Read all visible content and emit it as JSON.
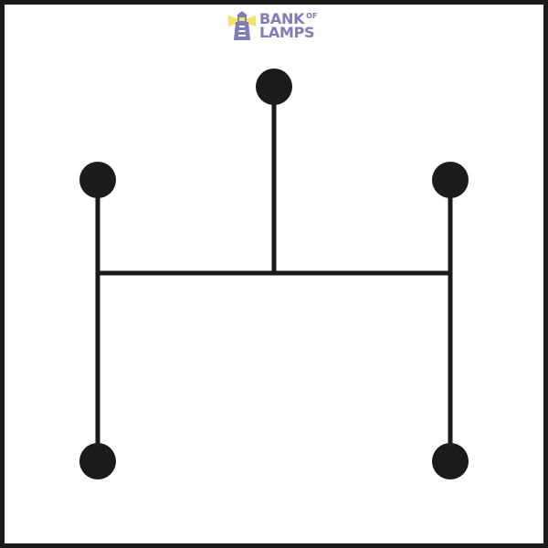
{
  "logo": {
    "word1": "BANK",
    "word2": "OF",
    "word3": "LAMPS",
    "icon": "lighthouse-icon",
    "colors": {
      "text": "#7e7db7",
      "beacon": "#f4e36b",
      "tower": "#7e7db7"
    }
  },
  "diagram": {
    "colors": {
      "stroke": "#1b1b1b",
      "node": "#1b1b1b"
    },
    "nodes": [
      {
        "id": "top"
      },
      {
        "id": "upper-left"
      },
      {
        "id": "upper-right"
      },
      {
        "id": "lower-left"
      },
      {
        "id": "lower-right"
      }
    ]
  }
}
